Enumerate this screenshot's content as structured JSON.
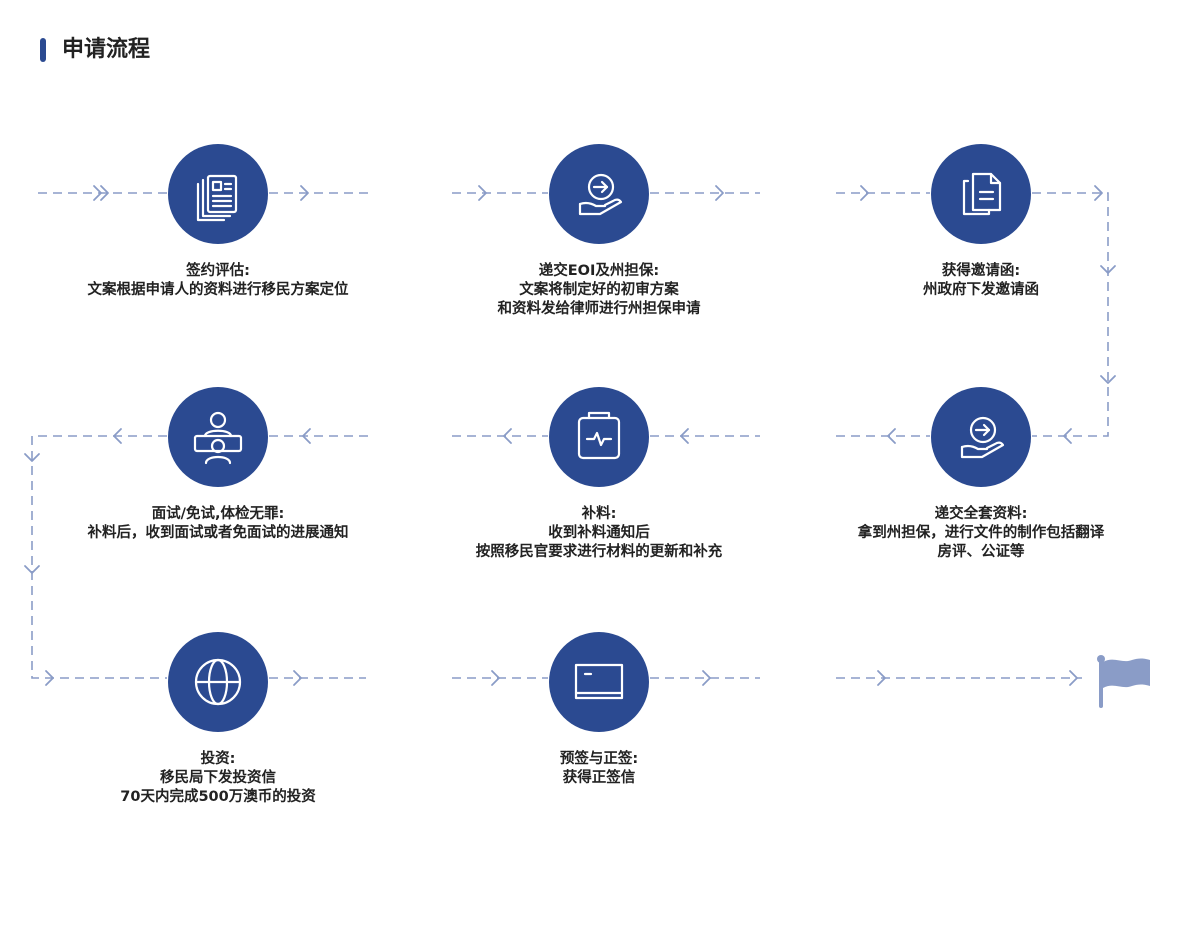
{
  "header": {
    "title": "申请流程"
  },
  "colors": {
    "accent": "#2b4a91",
    "connector": "#8a9cc7",
    "flag": "#8a9cc7"
  },
  "steps": [
    {
      "title": "签约评估:",
      "lines": [
        "文案根据申请人的资料进行移民方案定位"
      ],
      "icon": "documents-icon"
    },
    {
      "title": "递交EOI及州担保:",
      "lines": [
        "文案将制定好的初审方案",
        "和资料发给律师进行州担保申请"
      ],
      "icon": "hand-submit-icon"
    },
    {
      "title": "获得邀请函:",
      "lines": [
        "州政府下发邀请函"
      ],
      "icon": "copy-files-icon"
    },
    {
      "title": "递交全套资料:",
      "lines": [
        "拿到州担保，进行文件的制作包括翻译",
        "房评、公证等"
      ],
      "icon": "hand-submit-icon"
    },
    {
      "title": "补料:",
      "lines": [
        "收到补料通知后",
        "按照移民官要求进行材料的更新和补充"
      ],
      "icon": "clipboard-pulse-icon"
    },
    {
      "title": "面试/免试,体检无罪:",
      "lines": [
        "补料后，收到面试或者免面试的进展通知"
      ],
      "icon": "interview-icon"
    },
    {
      "title": "投资:",
      "lines": [
        "移民局下发投资信",
        "70天内完成500万澳币的投资"
      ],
      "icon": "globe-icon"
    },
    {
      "title": "预签与正签:",
      "lines": [
        "获得正签信"
      ],
      "icon": "monitor-icon"
    }
  ],
  "finish": {
    "icon": "finish-flag-icon"
  }
}
